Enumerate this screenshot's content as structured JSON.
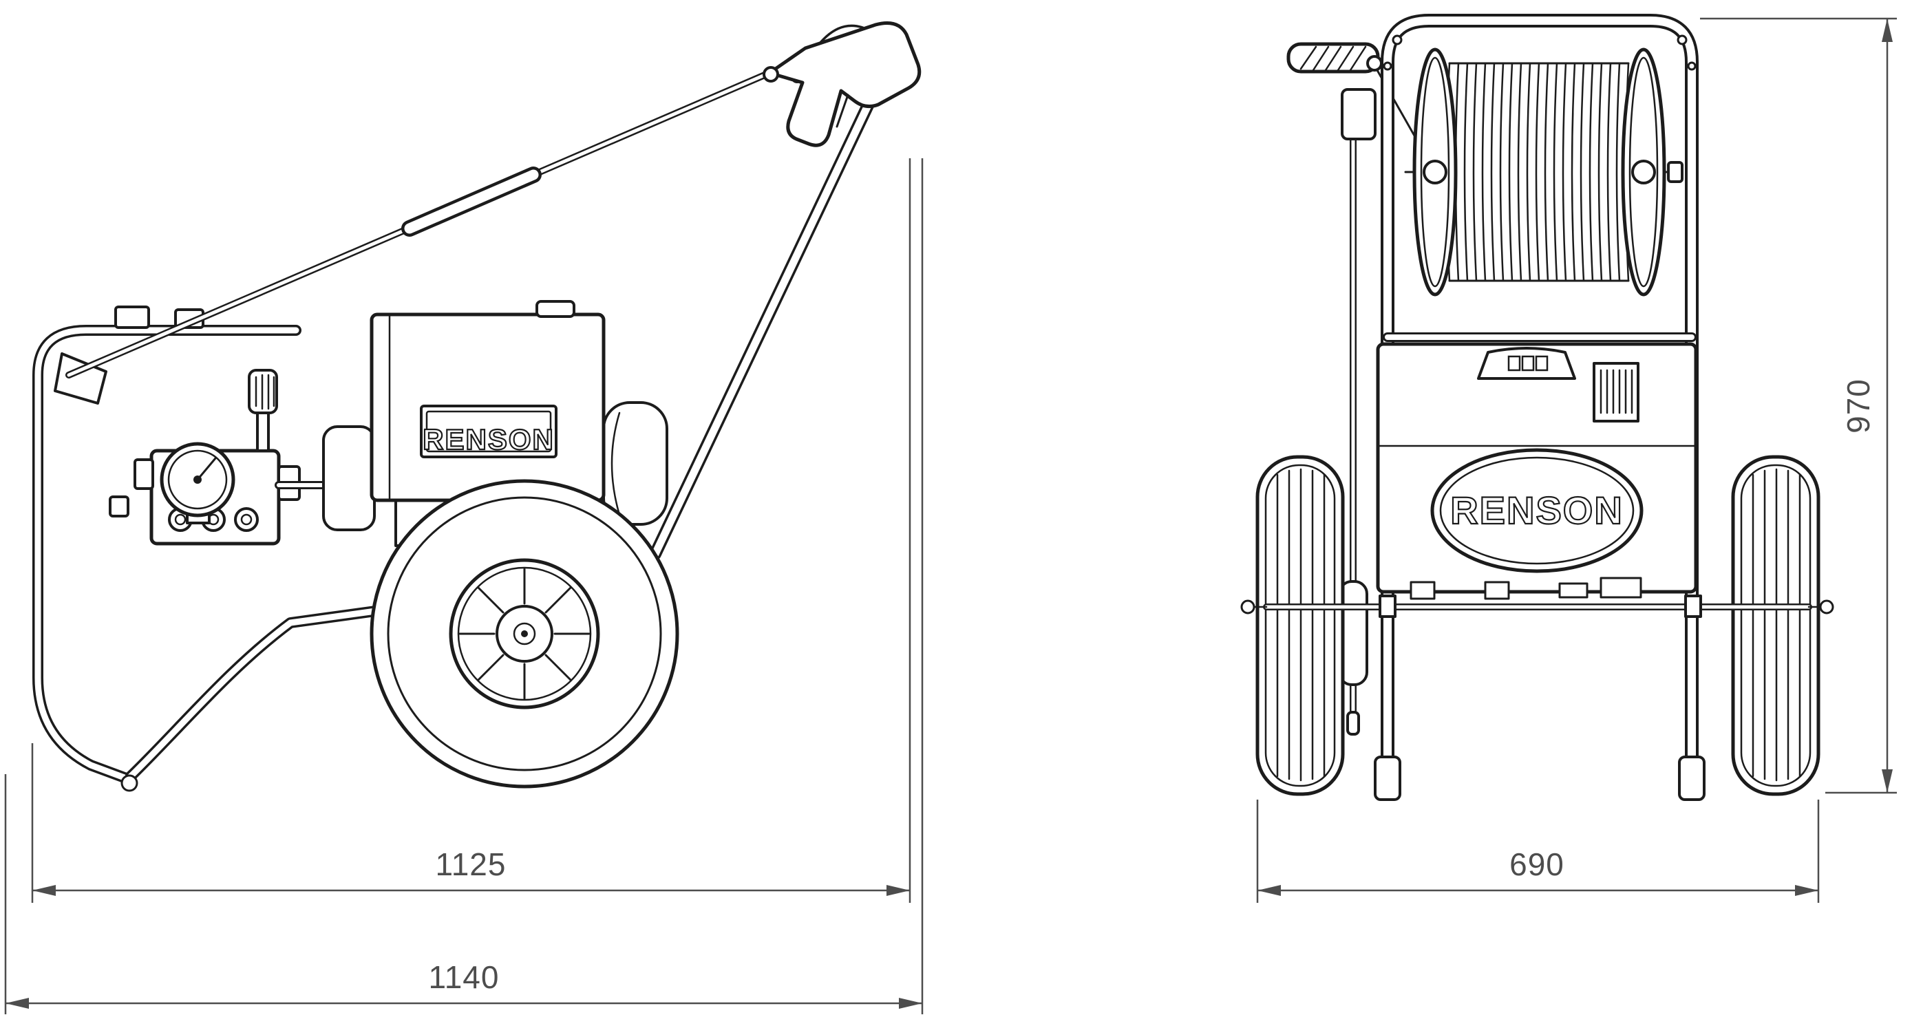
{
  "side_view": {
    "brand_label": "RENSON"
  },
  "front_view": {
    "brand_label": "RENSON"
  },
  "dimensions": {
    "side_inner_length": "1125",
    "side_overall_length": "1140",
    "front_width": "690",
    "front_height": "970"
  },
  "colors": {
    "line": "#1c1c1c",
    "dimension_text": "#4d4d4d",
    "background": "#ffffff"
  }
}
